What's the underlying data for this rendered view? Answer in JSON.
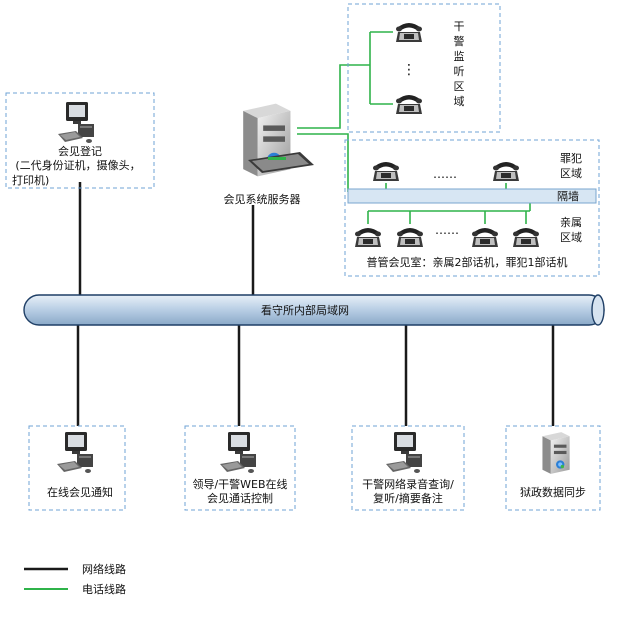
{
  "nodes": {
    "registration": {
      "line1": "会见登记",
      "line2": "(二代身份证机，摄像头，",
      "line3": "打印机)"
    },
    "server": {
      "label": "会见系统服务器"
    },
    "monitoring": {
      "chars": [
        "干",
        "警",
        "监",
        "听",
        "区",
        "域"
      ],
      "dots": "⋮"
    },
    "prisoner_area": {
      "chars": [
        "罪犯",
        "区域"
      ],
      "dots": "……"
    },
    "wall": {
      "label": "隔墙"
    },
    "relative_area": {
      "chars": [
        "亲属",
        "区域"
      ],
      "dots": "……"
    },
    "meeting_room": {
      "label": "普管会见室：亲属2部话机，罪犯1部话机"
    },
    "lan": {
      "label": "看守所内部局域网"
    },
    "online_notice": {
      "label": "在线会见通知"
    },
    "web_control": {
      "line1": "领导/干警WEB在线",
      "line2": "会见通话控制"
    },
    "recording": {
      "line1": "干警网络录音查询/",
      "line2": "复听/摘要备注"
    },
    "prison_sync": {
      "label": "狱政数据同步"
    }
  },
  "legend": {
    "network": "网络线路",
    "phone": "电话线路"
  },
  "colors": {
    "network_line": "#1a1a1a",
    "phone_line": "#2fb34a",
    "dashed_border": "#6fa3d6",
    "lan_fill": "#bcd3ea",
    "wall_fill": "#d7e6f3"
  }
}
